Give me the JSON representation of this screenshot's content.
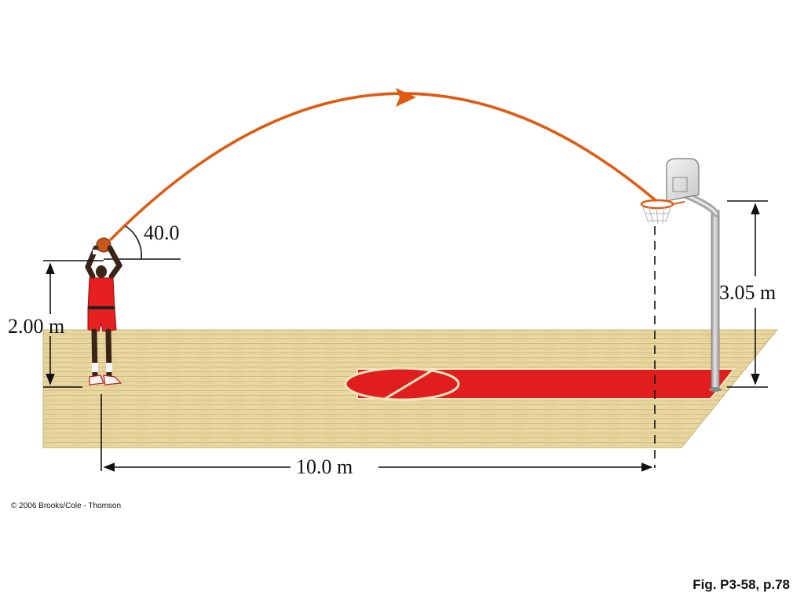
{
  "figure": {
    "angle_label": "40.0",
    "release_height_label": "2.00 m",
    "rim_height_label": "3.05 m",
    "horizontal_distance_label": "10.0 m",
    "copyright": "© 2006 Brooks/Cole - Thomson",
    "figure_caption": "Fig. P3-58, p.78"
  },
  "colors": {
    "trajectory": "#e05a10",
    "court_wood": "#e6d49a",
    "court_red": "#e01e1e",
    "jersey_red": "#e62020",
    "pole_gray": "#b8b8b8"
  }
}
